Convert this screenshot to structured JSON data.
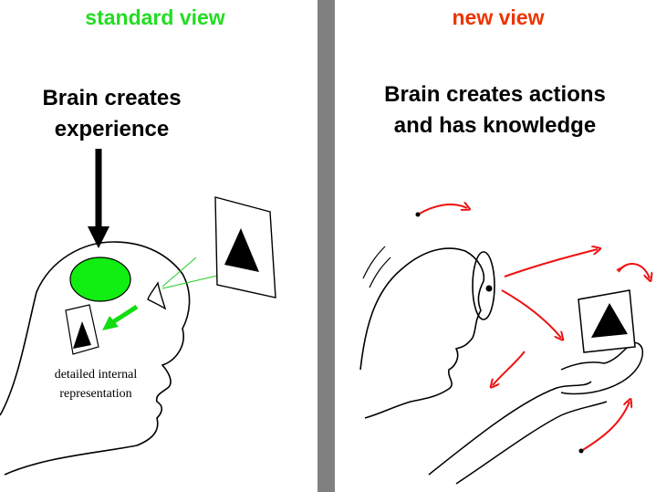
{
  "left": {
    "heading": "standard view",
    "caption_line1": "Brain creates",
    "caption_line2": "experience",
    "note_line1": "detailed internal",
    "note_line2": "representation"
  },
  "right": {
    "heading": "new view",
    "caption_line1": "Brain creates actions",
    "caption_line2": "and has knowledge"
  },
  "colors": {
    "left_heading": "#22dd22",
    "right_heading": "#ee3300",
    "brain_blob": "#11ee11",
    "arrow_green": "#11dd11",
    "arrow_red": "#ee1111",
    "divider": "#808080",
    "line": "#000000"
  },
  "icons": [
    "brain-blob",
    "eye-icon",
    "triangle-picture-icon",
    "hand-icon"
  ]
}
